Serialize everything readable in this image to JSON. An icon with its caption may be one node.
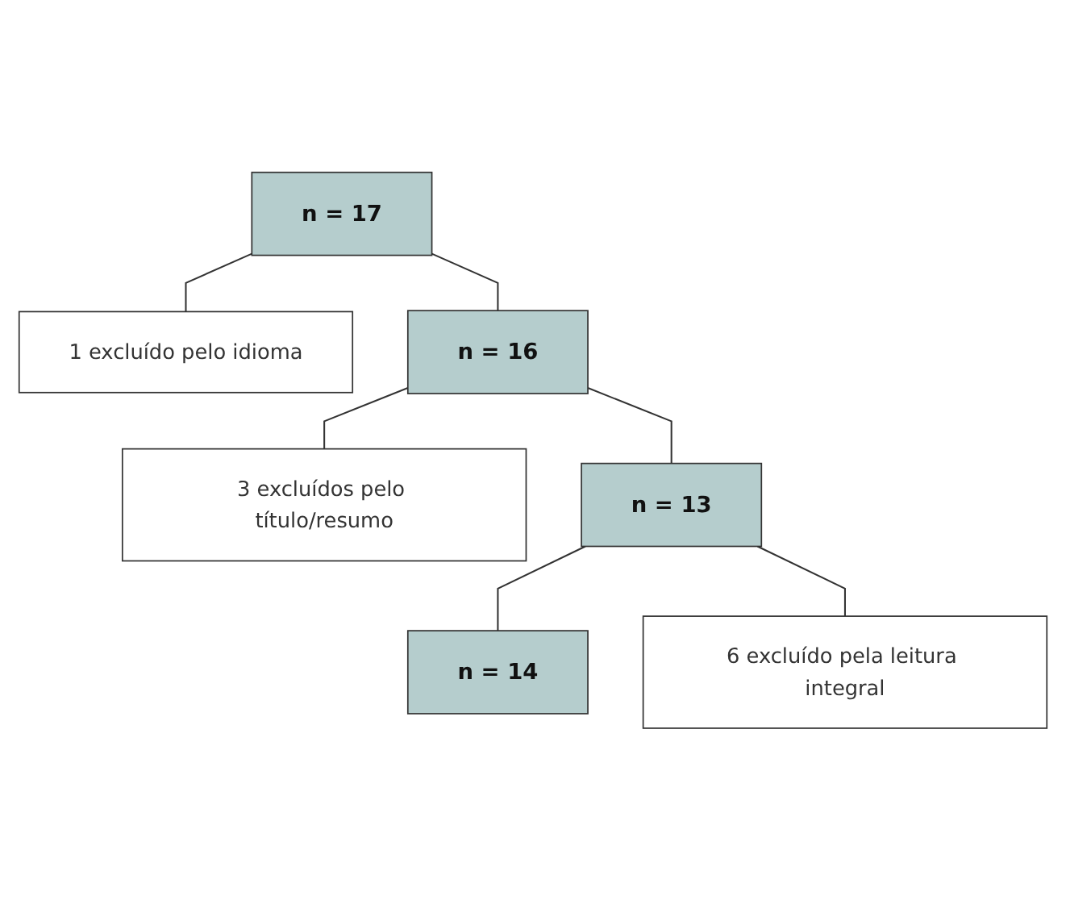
{
  "diagram": {
    "nodes": [
      {
        "text": [
          "n = 17"
        ]
      },
      {
        "text": [
          "1 excluído pelo idioma"
        ]
      },
      {
        "text": [
          "n = 16"
        ]
      },
      {
        "text": [
          "3 excluídos pelo título/resumo"
        ]
      },
      {
        "text": [
          "n = 13"
        ]
      },
      {
        "text": [
          "6 excluído pela leitura integral"
        ]
      },
      {
        "text": [
          "n = 14"
        ]
      }
    ],
    "edges": [
      {
        "from": 0,
        "to": 2,
        "arrow": "none"
      },
      {
        "from": 0,
        "to": 1,
        "arrow": "none"
      },
      {
        "from": 2,
        "to": 4,
        "arrow": "none"
      },
      {
        "from": 2,
        "to": 3,
        "arrow": "none"
      },
      {
        "from": 4,
        "to": 6,
        "arrow": "none"
      },
      {
        "from": 4,
        "to": 5,
        "arrow": "none"
      }
    ]
  }
}
